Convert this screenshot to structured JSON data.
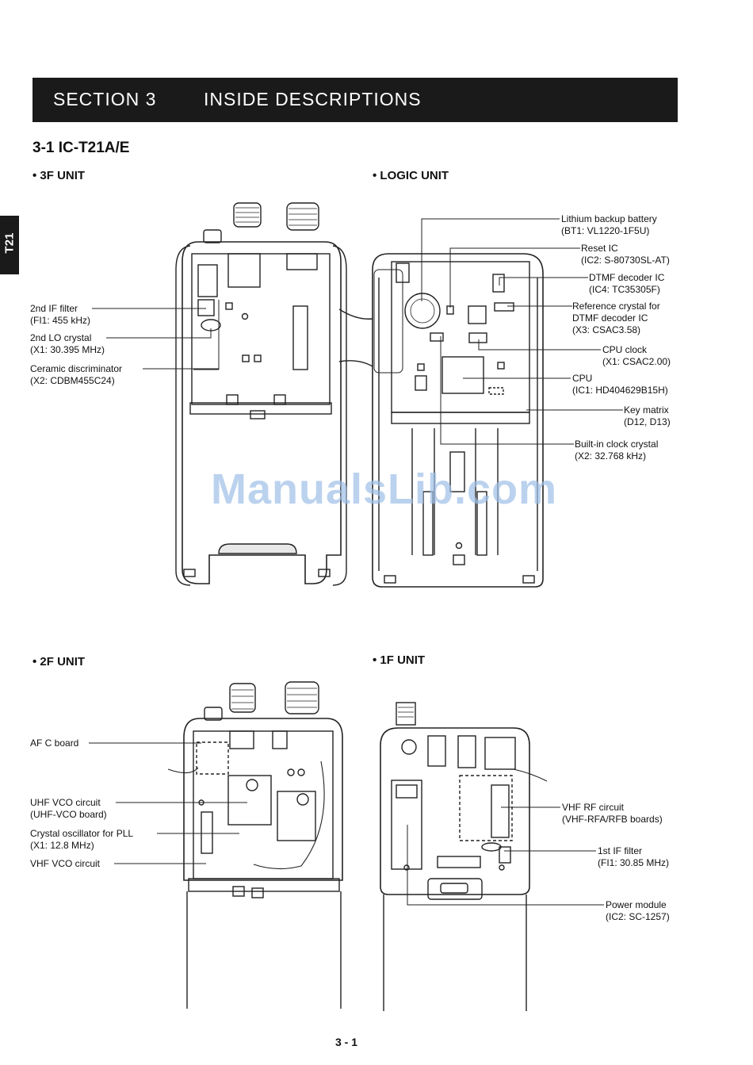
{
  "section": {
    "number": "SECTION  3",
    "title": "INSIDE DESCRIPTIONS"
  },
  "side_tab": "T21",
  "subsection": "3-1  IC-T21A/E",
  "units": {
    "three_f": "• 3F UNIT",
    "logic": "• LOGIC UNIT",
    "two_f": "• 2F UNIT",
    "one_f": "• 1F UNIT"
  },
  "labels_3f": {
    "if_filter": [
      "2nd IF filter",
      "(FI1: 455 kHz)"
    ],
    "lo_crystal": [
      "2nd LO crystal",
      "(X1: 30.395 MHz)"
    ],
    "ceramic": [
      "Ceramic discriminator",
      "(X2: CDBM455C24)"
    ]
  },
  "labels_logic": {
    "lithium": [
      "Lithium backup battery",
      "(BT1: VL1220-1F5U)"
    ],
    "reset": [
      "Reset IC",
      "(IC2: S-80730SL-AT)"
    ],
    "dtmf": [
      "DTMF decoder IC",
      "(IC4: TC35305F)"
    ],
    "refcrystal": [
      "Reference crystal for",
      "DTMF decoder IC",
      "(X3: CSAC3.58)"
    ],
    "cpuclock": [
      "CPU clock",
      "(X1: CSAC2.00)"
    ],
    "cpu": [
      "CPU",
      "(IC1: HD404629B15H)"
    ],
    "keymatrix": [
      "Key matrix",
      "(D12, D13)"
    ],
    "clockcrystal": [
      "Built-in clock crystal",
      "(X2: 32.768 kHz)"
    ]
  },
  "labels_2f": {
    "afc": [
      "AF C board"
    ],
    "uhfvco": [
      "UHF VCO circuit",
      "(UHF-VCO board)"
    ],
    "crystalpll": [
      "Crystal oscillator for PLL",
      "(X1: 12.8 MHz)"
    ],
    "vhfvco": [
      "VHF VCO circuit"
    ]
  },
  "labels_1f": {
    "vhfrf": [
      "VHF RF circuit",
      "(VHF-RFA/RFB boards)"
    ],
    "ifilter1": [
      "1st IF filter",
      "(FI1: 30.85 MHz)"
    ],
    "power": [
      "Power module",
      "(IC2: SC-1257)"
    ]
  },
  "watermark": "ManualsLib.com",
  "page_number": "3 - 1"
}
